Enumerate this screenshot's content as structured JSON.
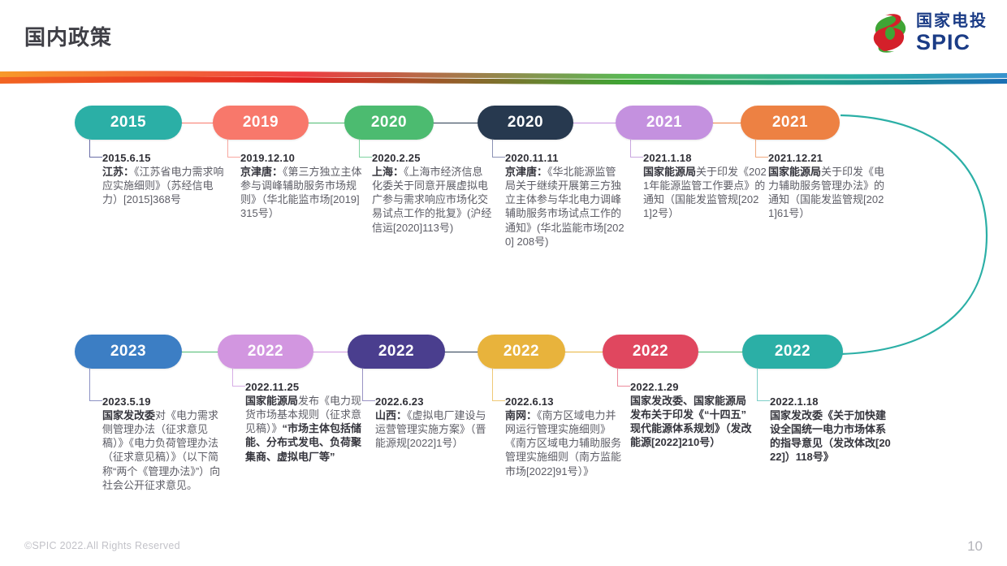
{
  "header": {
    "title": "国内政策",
    "brand_cn": "国家电投",
    "brand_en": "SPIC"
  },
  "footer": {
    "copyright": "©SPIC 2022.All Rights Reserved",
    "page_number": "10"
  },
  "colors": {
    "teal": "#2BAFA6",
    "salmon": "#F8786B",
    "green": "#4CBB70",
    "navy": "#27394F",
    "purple_light": "#C491DF",
    "orange": "#ED8143",
    "blue": "#3C7EC4",
    "orchid": "#D296E0",
    "indigo": "#4A3E8E",
    "amber": "#E8B33C",
    "crimson": "#E0475F"
  },
  "timeline": {
    "top_row": [
      {
        "year": "2015",
        "color": "#2BAFA6",
        "date": "2015.6.15",
        "lead": "江苏：",
        "text": "《江苏省电力需求响应实施细则》（苏经信电力）[2015]368号"
      },
      {
        "year": "2019",
        "color": "#F8786B",
        "date": "2019.12.10",
        "lead": "京津唐：",
        "text": "《第三方独立主体参与调峰辅助服务市场规则》（华北能监市场[2019]315号）"
      },
      {
        "year": "2020",
        "color": "#4CBB70",
        "date": "2020.2.25",
        "lead": "上海：",
        "text": "《上海市经济信息化委关于同意开展虚拟电广参与需求响应市场化交易试点工作的批复》(沪经信运[2020]113号)"
      },
      {
        "year": "2020",
        "color": "#27394F",
        "date": "2020.11.11",
        "lead": "京津唐：",
        "text": "《华北能源监管局关于继续开展第三方独立主体参与华北电力调峰辅助服务市场试点工作的通知》(华北监能市场[2020] 208号)"
      },
      {
        "year": "2021",
        "color": "#C491DF",
        "date": "2021.1.18",
        "lead": "国家能源局",
        "text": "关于印发《2021年能源监管工作要点》的通知（国能发监管规[2021]2号）"
      },
      {
        "year": "2021",
        "color": "#ED8143",
        "date": "2021.12.21",
        "lead": "国家能源局",
        "text": "关于印发《电力辅助服务管理办法》的通知（国能发监管规[2021]61号）"
      }
    ],
    "bottom_row": [
      {
        "year": "2023",
        "color": "#3C7EC4",
        "date": "2023.5.19",
        "lead": "国家发改委",
        "text": "对《电力需求侧管理办法（征求意见稿）》《电力负荷管理办法（征求意见稿）》（以下简称“两个《管理办法》”）向社会公开征求意见。"
      },
      {
        "year": "2022",
        "color": "#D296E0",
        "date": "2022.11.25",
        "lead": "国家能源局",
        "text": "发布《电力现货市场基本规则（征求意见稿）》",
        "emphasis": "“市场主体包括储能、分布式发电、负荷聚集商、虚拟电厂等”"
      },
      {
        "year": "2022",
        "color": "#4A3E8E",
        "date": "2022.6.23",
        "lead": "山西：",
        "text": "《虚拟电厂建设与运营管理实施方案》（晋能源规[2022]1号）"
      },
      {
        "year": "2022",
        "color": "#E8B33C",
        "date": "2022.6.13",
        "lead": "南网：",
        "text": "《南方区域电力并网运行管理实施细则》《南方区域电力辅助服务管理实施细则（南方监能市场[2022]91号）》"
      },
      {
        "year": "2022",
        "color": "#E0475F",
        "date": "2022.1.29",
        "lead": "国家发改委、国家能源局",
        "text": "发布关于印发《“十四五”现代能源体系规划》（发改能源[2022]210号）",
        "all_bold": true
      },
      {
        "year": "2022",
        "color": "#2BAFA6",
        "date": "2022.1.18",
        "lead": "国家发改委",
        "text": "《关于加快建设全国统一电力市场体系的指导意见（发改体改[2022]）118号》",
        "all_bold": true
      }
    ]
  }
}
